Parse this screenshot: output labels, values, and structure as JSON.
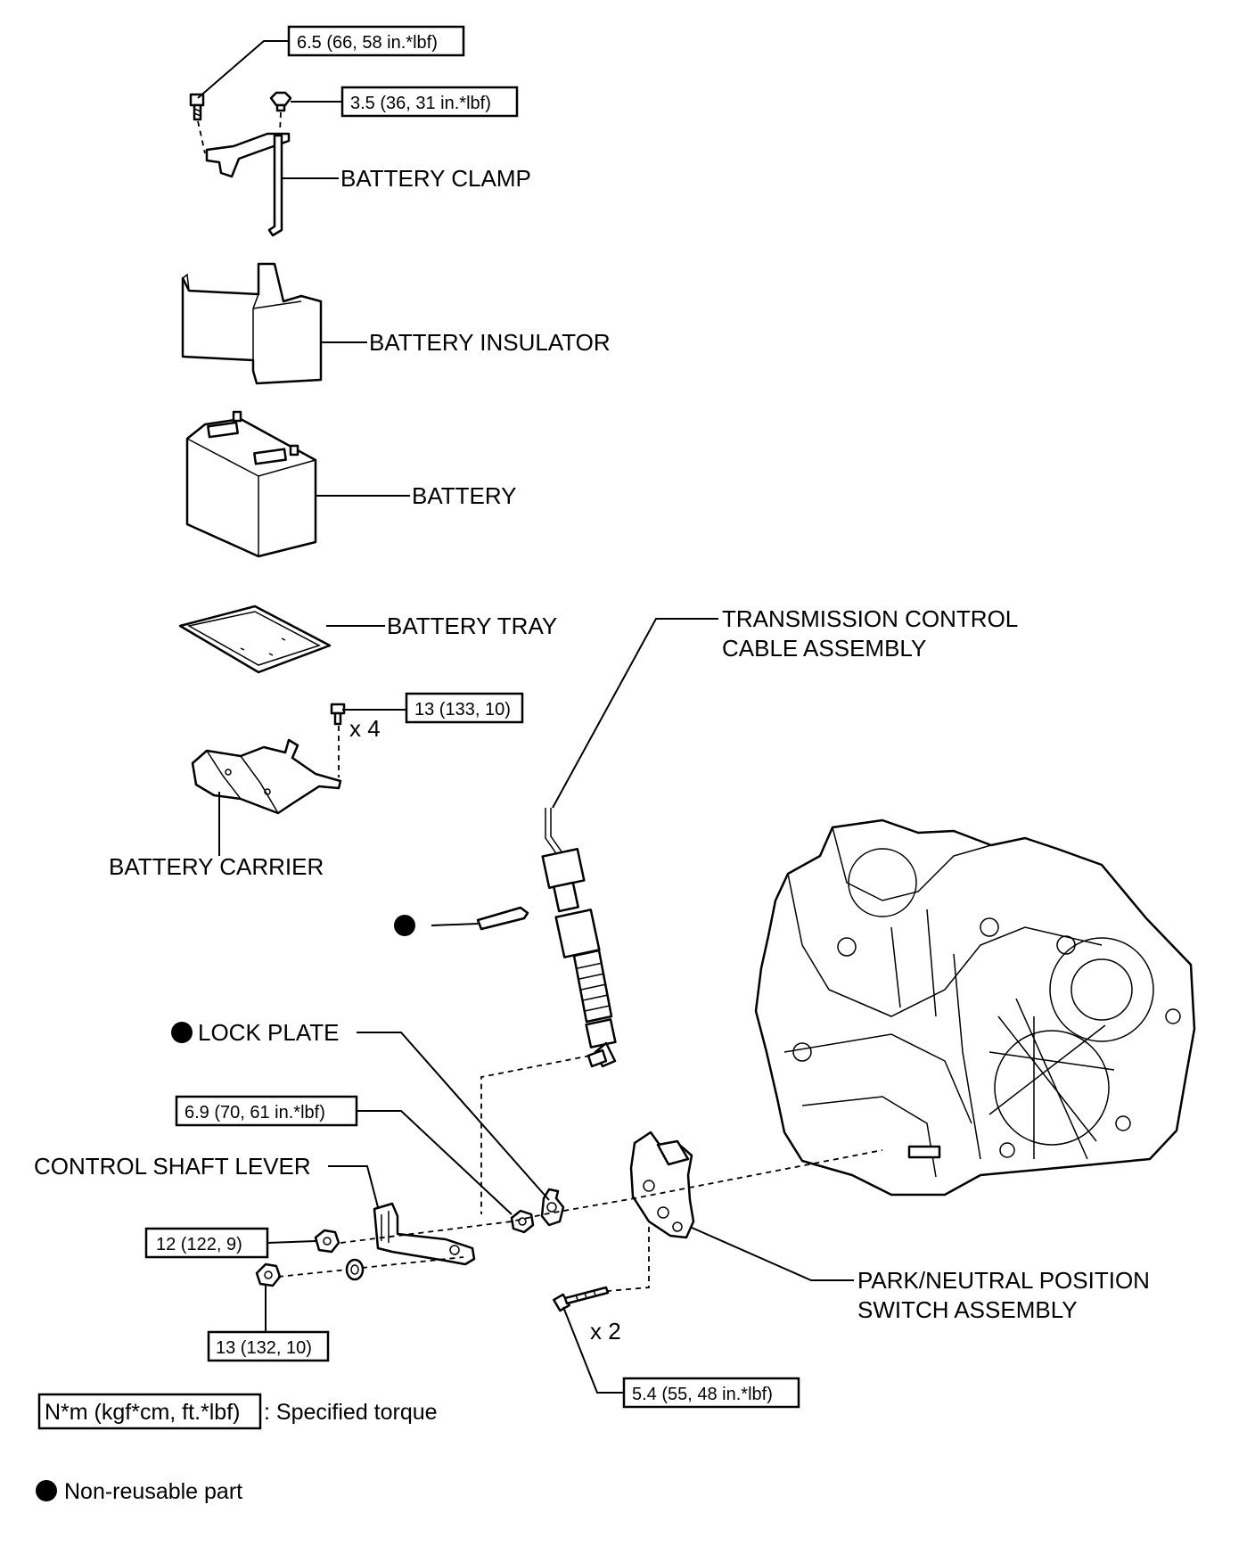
{
  "labels": {
    "battery_clamp": "BATTERY CLAMP",
    "battery_insulator": "BATTERY INSULATOR",
    "battery": "BATTERY",
    "battery_tray": "BATTERY TRAY",
    "battery_carrier": "BATTERY CARRIER",
    "transmission_control_line1": "TRANSMISSION CONTROL",
    "transmission_control_line2": "CABLE ASSEMBLY",
    "lock_plate": "LOCK PLATE",
    "control_shaft_lever": "CONTROL SHAFT LEVER",
    "pnp_switch_line1": "PARK/NEUTRAL POSITION",
    "pnp_switch_line2": "SWITCH ASSEMBLY",
    "qty_carrier_bolts": "x 4",
    "qty_switch_bolts": "x 2"
  },
  "torques": {
    "clamp_bolt": "6.5 (66, 58 in.*lbf)",
    "clamp_nut": "3.5 (36, 31 in.*lbf)",
    "carrier_bolt": "13 (133, 10)",
    "lever_nut_upper": "6.9 (70, 61 in.*lbf)",
    "lever_nut_left": "12 (122, 9)",
    "lever_nut_lower": "13 (132, 10)",
    "switch_bolt": "5.4 (55, 48 in.*lbf)"
  },
  "legend": {
    "torque_box": "N*m (kgf*cm, ft.*lbf)",
    "torque_text": ": Specified torque",
    "nonreusable_text": "Non-reusable part"
  }
}
